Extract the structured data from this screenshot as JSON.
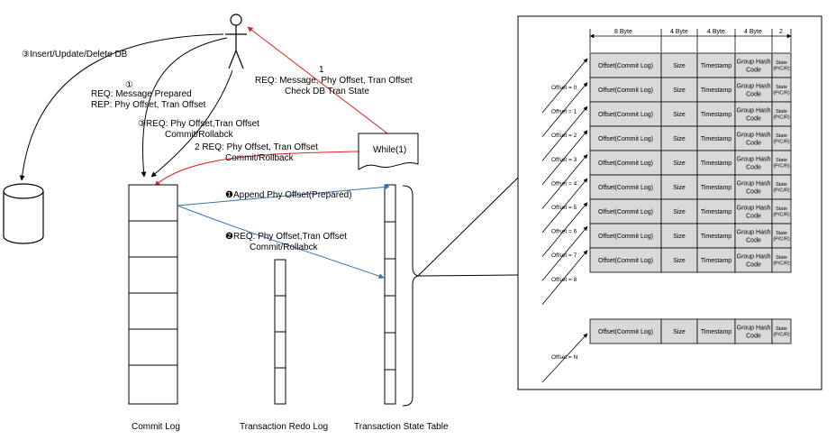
{
  "actors": {
    "db_label": "③Insert/Update/Delete DB"
  },
  "messages": {
    "m1_num": "1",
    "m1_line1": "REQ: Message, Phy Offset, Tran Offset",
    "m1_line2": "Check DB Tran State",
    "prep_num": "①",
    "prep_req": "REQ: Message Prepared",
    "prep_rep": "REP: Phy Offset, Tran Offset",
    "c3_line1": "③REQ: Phy Offset,Tran Offset",
    "c3_line2": "Commit/Rollabck",
    "c2_line1": "2 REQ: Phy Offset, Tran Offset",
    "c2_line2": "Commit/Rollback",
    "while_label": "While(1)",
    "append_label": "❶Append Phy Offset(Prepared)",
    "req2_line1": "❷REQ: Phy Offset,Tran Offset",
    "req2_line2": "Commit/Rollabck"
  },
  "captions": {
    "commit_log": "Commit Log",
    "redo_log": "Transaction Redo Log",
    "state_table": "Transaction State Table"
  },
  "table": {
    "bytes": [
      "8 Byte",
      "4 Byte",
      "4 Byte",
      "4 Byte",
      "2"
    ],
    "cols": [
      "Offset(Commit Log)",
      "Size",
      "Timestamp",
      "Group Hash Code",
      "State (P/C/R)"
    ],
    "offsets": [
      "Offset = 0",
      "Offset = 1",
      "Offset = 2",
      "Offset = 3",
      "Offset = 4",
      "Offset = 5",
      "Offset = 6",
      "Offset = 7",
      "Offset = 8"
    ],
    "offset_n": "Offset = N"
  },
  "colors": {
    "red": "#e02020",
    "blue": "#3a6fb0",
    "cell_fill": "#d9d9d9"
  }
}
